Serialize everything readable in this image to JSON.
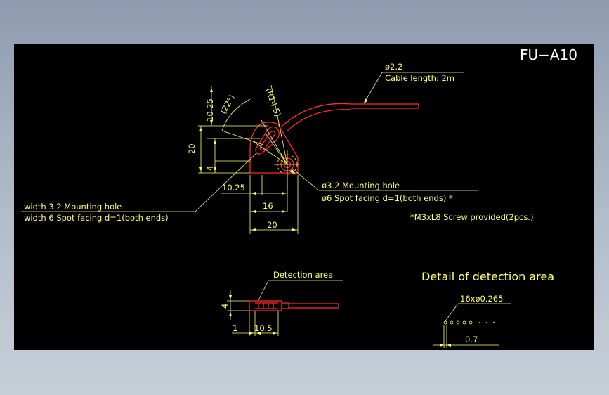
{
  "title": "FU−A10",
  "callouts": {
    "cable_dia": "ø2.2",
    "cable_length": "Cable length: 2m",
    "mount_hole": "ø3.2 Mounting hole",
    "mount_spot": "ø6 Spot facing d=1(both ends) *",
    "width_hole": "width 3.2 Mounting hole",
    "width_spot": "width 6 Spot facing d=1(both ends)",
    "screw_note": "*M3xL8 Screw provided(2pcs.)",
    "detection_area": "Detection area",
    "detail_title": "Detail of detection area",
    "fiber_count": "16xø0.265"
  },
  "dimensions": {
    "angle": "(22°)",
    "radius": "(R14.5)",
    "d_10_25_v": "10.25",
    "d_20_v": "20",
    "d_4_v": "4",
    "d_10_25_h": "10.25",
    "d_16": "16",
    "d_20_h": "20",
    "d_4_side": "4",
    "d_1": "1",
    "d_10_5": "10.5",
    "d_0_7": "0.7"
  },
  "colors": {
    "background": "#000000",
    "part_outline": "#ff2a2a",
    "dimension": "#ffff66",
    "title": "#ffffff"
  }
}
